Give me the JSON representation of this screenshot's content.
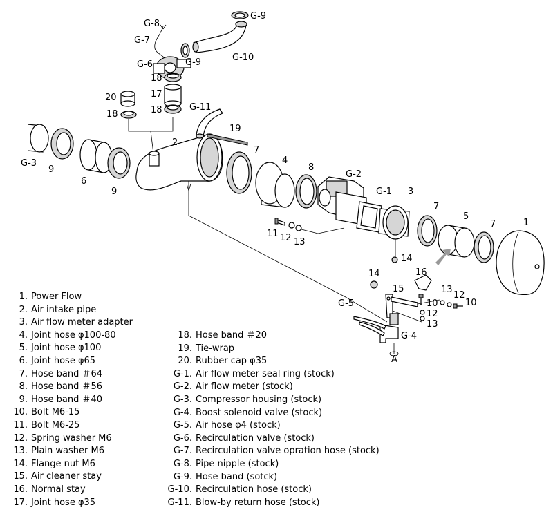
{
  "diagram": {
    "callouts": {
      "g8": "G-8",
      "g9a": "G-9",
      "g7": "G-7",
      "g6": "G-6",
      "g9b": "G-9",
      "g10": "G-10",
      "c18a": "18",
      "c17": "17",
      "c20": "20",
      "c18b": "18",
      "c18c": "18",
      "g11": "G-11",
      "c19": "19",
      "c2": "2",
      "c7a": "7",
      "c4": "4",
      "c8": "8",
      "g2": "G-2",
      "g1": "G-1",
      "c3": "3",
      "g3": "G-3",
      "c9a": "9",
      "c6": "6",
      "c9b": "9",
      "c7b": "7",
      "c5": "5",
      "c7c": "7",
      "c1": "1",
      "c11": "11",
      "c12a": "12",
      "c13a": "13",
      "c14a": "14",
      "c14b": "14",
      "c16": "16",
      "c15": "15",
      "c13b": "13",
      "c12b": "12",
      "c10a": "10",
      "c10b": "10",
      "c12c": "12",
      "c13c": "13",
      "g5": "G-5",
      "g4": "G-4",
      "a": "A"
    }
  },
  "legend_left": [
    {
      "num": "1.",
      "text": "Power Flow"
    },
    {
      "num": "2.",
      "text": "Air intake pipe"
    },
    {
      "num": "3.",
      "text": "Air flow meter adapter"
    },
    {
      "num": "4.",
      "text": "Joint hose φ100-80"
    },
    {
      "num": "5.",
      "text": "Joint hose φ100"
    },
    {
      "num": "6.",
      "text": "Joint hose φ65"
    },
    {
      "num": "7.",
      "text": "Hose band ＃64"
    },
    {
      "num": "8.",
      "text": "Hose band ＃56"
    },
    {
      "num": "9.",
      "text": "Hose band ＃40"
    },
    {
      "num": "10.",
      "text": "Bolt M6-15"
    },
    {
      "num": "11.",
      "text": "Bolt M6-25"
    },
    {
      "num": "12.",
      "text": "Spring washer M6"
    },
    {
      "num": "13.",
      "text": "Plain washer M6"
    },
    {
      "num": "14.",
      "text": "Flange nut M6"
    },
    {
      "num": "15.",
      "text": "Air cleaner stay"
    },
    {
      "num": "16.",
      "text": "Normal stay"
    },
    {
      "num": "17.",
      "text": "Joint hose φ35"
    }
  ],
  "legend_right": [
    {
      "num": "18.",
      "text": "Hose band ＃20"
    },
    {
      "num": "19.",
      "text": "Tie-wrap"
    },
    {
      "num": "20.",
      "text": "Rubber cap φ35"
    },
    {
      "num": "G-1.",
      "text": "Air flow meter seal ring (stock)"
    },
    {
      "num": "G-2.",
      "text": "Air flow meter (stock)"
    },
    {
      "num": "G-3.",
      "text": "Compressor housing (stock)"
    },
    {
      "num": "G-4.",
      "text": "Boost solenoid valve (stock)"
    },
    {
      "num": "G-5.",
      "text": "Air hose φ4 (stock)"
    },
    {
      "num": "G-6.",
      "text": "Recirculation valve (stock)"
    },
    {
      "num": "G-7.",
      "text": "Recirculation valve opration hose (stock)"
    },
    {
      "num": "G-8.",
      "text": "Pipe nipple (stock)"
    },
    {
      "num": "G-9.",
      "text": "Hose band (sotck)"
    },
    {
      "num": "G-10.",
      "text": "Recirculation hose (stock)"
    },
    {
      "num": "G-11.",
      "text": "Blow-by return hose (stock)"
    }
  ]
}
